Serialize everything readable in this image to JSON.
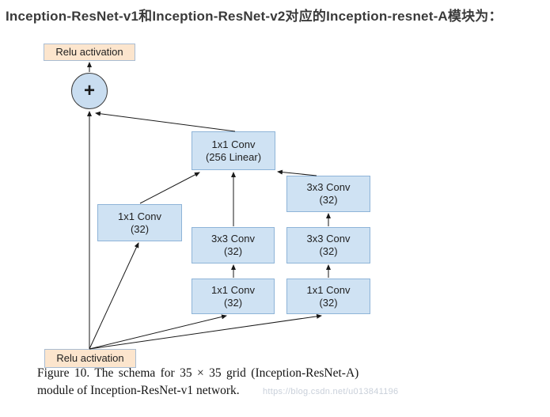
{
  "header": {
    "title": "Inception-ResNet-v1和Inception-ResNet-v2对应的Inception-resnet-A模块为："
  },
  "diagram": {
    "relu_top": "Relu activation",
    "plus": "+",
    "conv_linear": {
      "l1": "1x1 Conv",
      "l2": "(256 Linear)"
    },
    "conv_left": {
      "l1": "1x1 Conv",
      "l2": "(32)"
    },
    "conv_mid_top": {
      "l1": "3x3 Conv",
      "l2": "(32)"
    },
    "conv_mid_bottom": {
      "l1": "1x1 Conv",
      "l2": "(32)"
    },
    "conv_right_top": {
      "l1": "3x3 Conv",
      "l2": "(32)"
    },
    "conv_right_mid": {
      "l1": "3x3 Conv",
      "l2": "(32)"
    },
    "conv_right_bottom": {
      "l1": "1x1 Conv",
      "l2": "(32)"
    },
    "relu_bottom": "Relu activation",
    "colors": {
      "conv_fill": "#cfe2f3",
      "conv_border": "#8eb4d8",
      "relu_fill": "#fce5cd",
      "relu_border": "#a9bdd3",
      "line": "#1a1a1a"
    }
  },
  "caption": {
    "line1": "Figure 10. The schema for 35 × 35 grid (Inception-ResNet-A)",
    "line2": "module of Inception-ResNet-v1 network."
  },
  "watermark": "https://blog.csdn.net/u013841196"
}
